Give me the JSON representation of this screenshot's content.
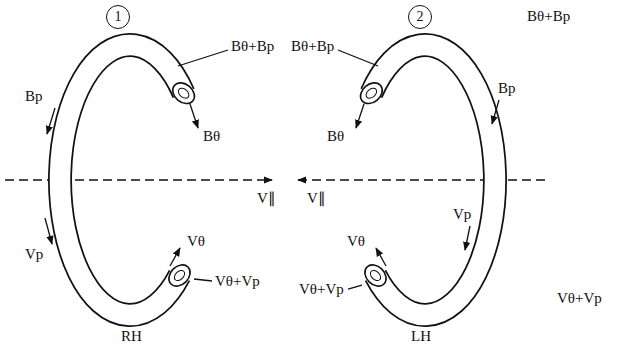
{
  "diagram": {
    "nodes": [
      {
        "text": [
          "1"
        ]
      },
      {
        "text": [
          "2"
        ]
      }
    ],
    "labels": [
      "Bθ+Bp",
      "Bθ",
      "Bp",
      "Vp",
      "V∥",
      "Vθ",
      "Vθ+Vp",
      "RH",
      "Bθ+Bp",
      "Bθ",
      "Bp",
      "Vp",
      "V∥",
      "Vθ",
      "Vθ+Vp",
      "LH",
      "Bθ+Bp",
      "Vθ+Vp"
    ]
  }
}
